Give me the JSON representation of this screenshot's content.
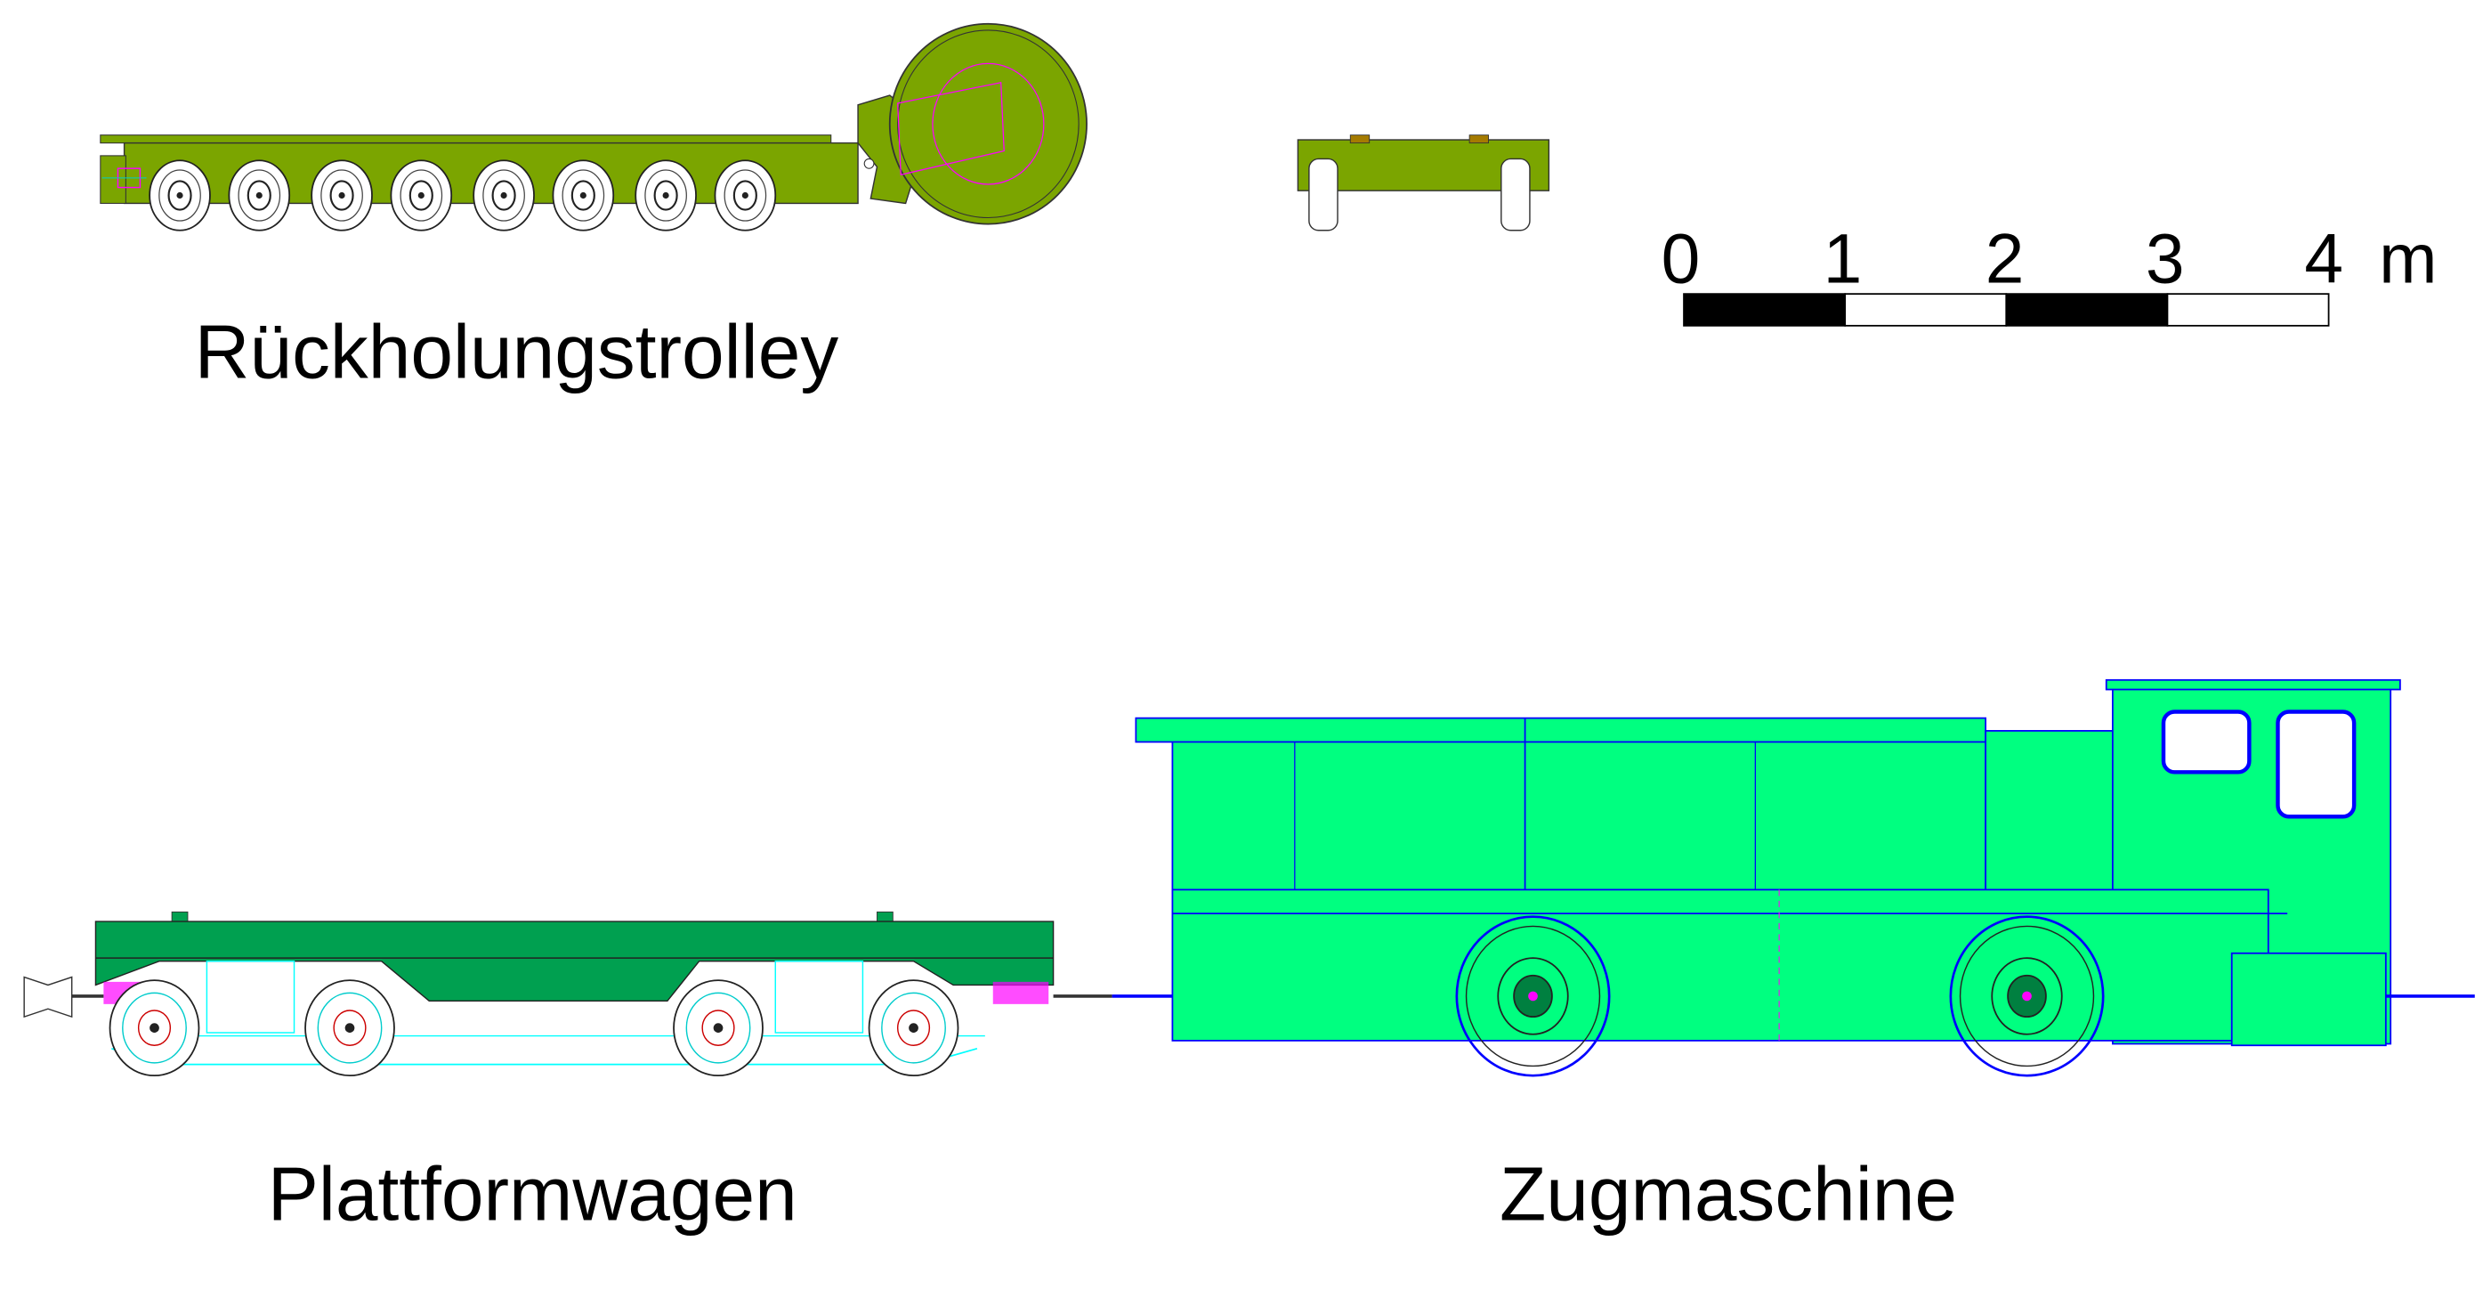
{
  "labels": {
    "trolley": "Rückholungstrolley",
    "platform_wagon": "Plattformwagen",
    "tractor": "Zugmaschine"
  },
  "scale_bar": {
    "ticks": [
      "0",
      "1",
      "2",
      "3",
      "4"
    ],
    "unit": "m"
  },
  "colors": {
    "trolley": "#7BA500",
    "platform_wagon": "#00A050",
    "tractor": "#00FF80",
    "outline_blue": "#0000FF",
    "cyan": "#00FFFF",
    "magenta": "#FF00FF"
  }
}
